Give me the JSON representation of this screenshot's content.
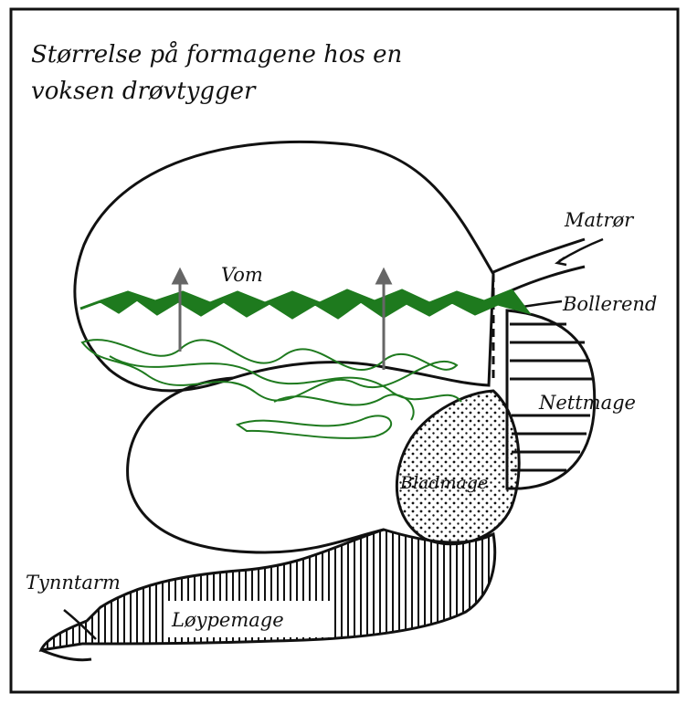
{
  "title": {
    "line1": "Størrelse på formagene hos en",
    "line2": "voksen drøvtygger"
  },
  "labels": {
    "vom": "Vom",
    "matror": "Matrør",
    "bollerend": "Bollerend",
    "nettmage": "Nettmage",
    "bladmage": "Bladmage",
    "tynntarm": "Tynntarm",
    "loypemage": "Løypemage"
  },
  "colors": {
    "ink": "#111111",
    "annotation_green": "#1e7a1e",
    "arrow_gray": "#666666"
  }
}
